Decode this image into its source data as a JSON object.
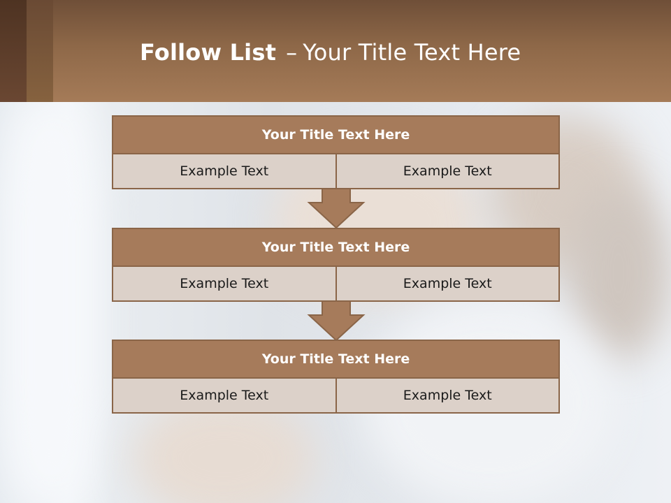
{
  "slide": {
    "title_bold": "Follow List",
    "title_sep": "–",
    "title_rest": "Your Title Text Here"
  },
  "blocks": [
    {
      "title": "Your Title Text Here",
      "left": "Example Text",
      "right": "Example Text"
    },
    {
      "title": "Your Title Text Here",
      "left": "Example Text",
      "right": "Example Text"
    },
    {
      "title": "Your Title Text Here",
      "left": "Example Text",
      "right": "Example Text"
    }
  ],
  "colors": {
    "header": "#a57b58",
    "block_title": "#a67b5b",
    "block_cell": "#dcd1c9",
    "border": "#8a6548"
  }
}
